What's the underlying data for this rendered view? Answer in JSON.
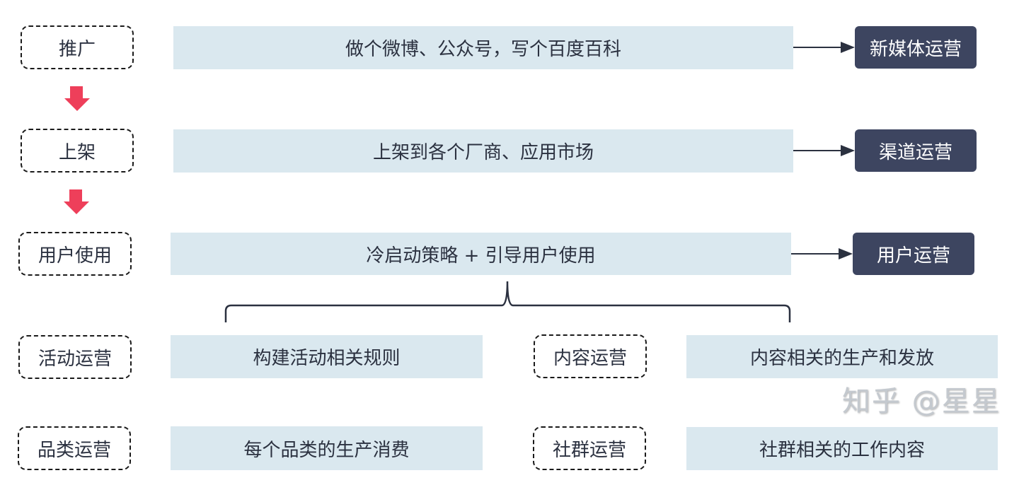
{
  "steps": [
    {
      "label": "推广",
      "description": "做个微博、公众号，写个百度百科",
      "role": "新媒体运营"
    },
    {
      "label": "上架",
      "description": "上架到各个厂商、应用市场",
      "role": "渠道运营"
    },
    {
      "label": "用户使用",
      "description": "冷启动策略 + 引导用户使用",
      "role": "用户运营"
    }
  ],
  "branches": [
    {
      "label": "活动运营",
      "description": "构建活动相关规则"
    },
    {
      "label": "内容运营",
      "description": "内容相关的生产和发放"
    },
    {
      "label": "品类运营",
      "description": "每个品类的生产消费"
    },
    {
      "label": "社群运营",
      "description": "社群相关的工作内容"
    }
  ],
  "watermark": "知乎 @星星",
  "colors": {
    "flow_arrow": "#ee3f5a",
    "role_box": "#3d4560",
    "desc_box": "#dae8ef"
  }
}
